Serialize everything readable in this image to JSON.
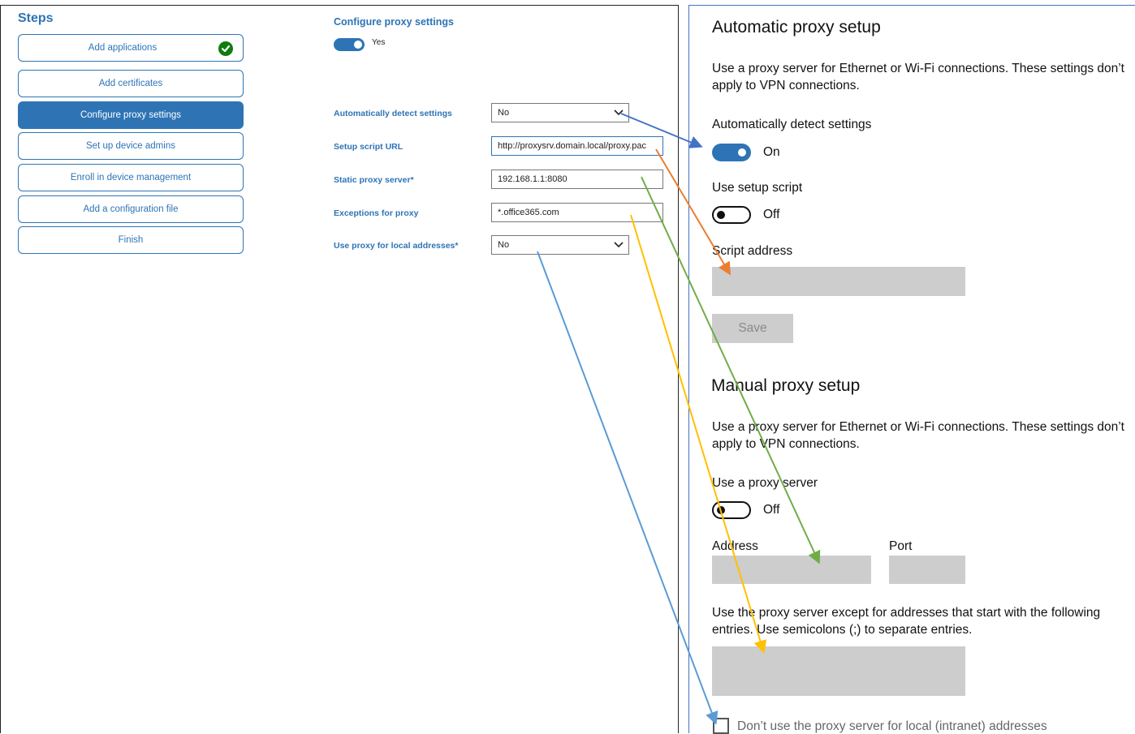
{
  "steps": {
    "title": "Steps",
    "items": [
      {
        "label": "Add applications"
      },
      {
        "label": "Add certificates"
      },
      {
        "label": "Configure proxy settings"
      },
      {
        "label": "Set up device admins"
      },
      {
        "label": "Enroll in device management"
      },
      {
        "label": "Add a configuration file"
      },
      {
        "label": "Finish"
      }
    ]
  },
  "config": {
    "title": "Configure proxy settings",
    "toggle_label": "Yes",
    "auto_detect": {
      "label": "Automatically detect settings",
      "value": "No"
    },
    "setup_script": {
      "label": "Setup script URL",
      "value": "http://proxysrv.domain.local/proxy.pac"
    },
    "static_proxy": {
      "label": "Static proxy server",
      "required": "*",
      "value": "192.168.1.1:8080"
    },
    "exceptions": {
      "label": "Exceptions for proxy",
      "value": "*.office365.com"
    },
    "local_addresses": {
      "label": "Use proxy for local addresses",
      "required": "*",
      "value": "No"
    }
  },
  "auto": {
    "title": "Automatic proxy setup",
    "desc": "Use a proxy server for Ethernet or Wi-Fi connections. These settings don’t apply to VPN connections.",
    "detect_label": "Automatically detect settings",
    "detect_state": "On",
    "script_label": "Use setup script",
    "script_state": "Off",
    "address_label": "Script address",
    "save_label": "Save"
  },
  "manual": {
    "title": "Manual proxy setup",
    "desc": "Use a proxy server for Ethernet or Wi-Fi connections. These settings don’t apply to VPN connections.",
    "use_label": "Use a proxy server",
    "use_state": "Off",
    "address_label": "Address",
    "port_label": "Port",
    "exceptions_desc": "Use the proxy server except for addresses that start with the following entries. Use semicolons (;) to separate entries.",
    "local_checkbox_label": "Don’t use the proxy server for local (intranet) addresses"
  },
  "colors": {
    "accent": "#2e74b5",
    "arrow_blue": "#4472c4",
    "arrow_orange": "#ed7d31",
    "arrow_green": "#70ad47",
    "arrow_yellow": "#ffc000",
    "arrow_lightblue": "#5b9bd5",
    "field_gray": "#cdcdcd"
  }
}
